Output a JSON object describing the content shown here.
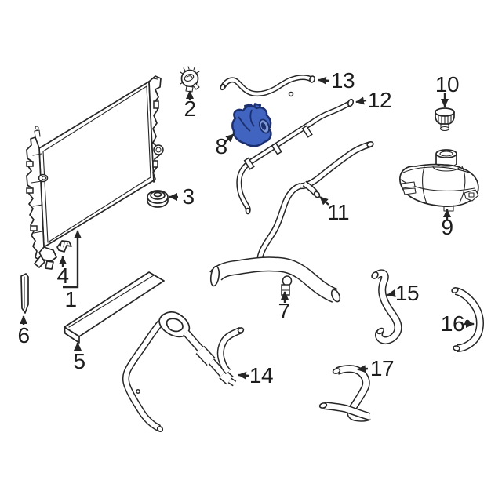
{
  "diagram": {
    "background_color": "#ffffff",
    "line_color": "#262626",
    "highlight_fill": "#4064bf",
    "highlight_outline": "#1c2f6e",
    "highlight_rim": "#7e9ad6",
    "highlighted_callout": "8",
    "callouts": {
      "1": "1",
      "2": "2",
      "3": "3",
      "4": "4",
      "5": "5",
      "6": "6",
      "7": "7",
      "8": "8",
      "9": "9",
      "10": "10",
      "11": "11",
      "12": "12",
      "13": "13",
      "14": "14",
      "15": "15",
      "16": "16",
      "17": "17"
    }
  }
}
